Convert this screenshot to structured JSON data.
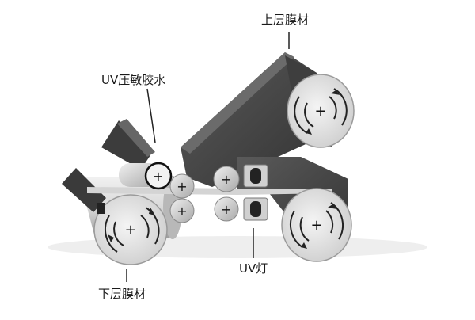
{
  "diagram": {
    "labels": {
      "upper_film": "上层膜材",
      "uv_adhesive": "UV压敏胶水",
      "uv_lamp": "UV灯",
      "lower_film": "下层膜材"
    },
    "roller_symbol": "+",
    "colors": {
      "belt": "#4a4a4a",
      "belt_dark": "#2e2e2e",
      "roller_face": "#e6e6e6",
      "roller_side": "#bdbdbd",
      "leader": "#222222"
    }
  }
}
